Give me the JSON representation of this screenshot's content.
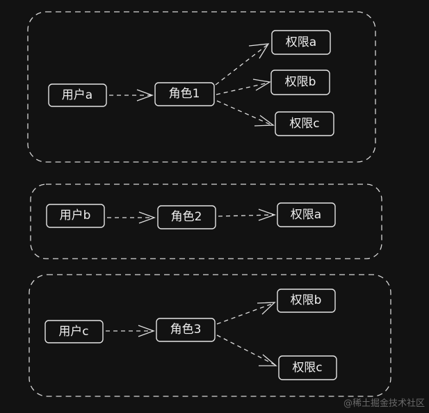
{
  "groups": [
    {
      "user": "用户a",
      "role": "角色1",
      "permissions": [
        "权限a",
        "权限b",
        "权限c"
      ]
    },
    {
      "user": "用户b",
      "role": "角色2",
      "permissions": [
        "权限a"
      ]
    },
    {
      "user": "用户c",
      "role": "角色3",
      "permissions": [
        "权限b",
        "权限c"
      ]
    }
  ],
  "watermark": "@稀土掘金技术社区"
}
